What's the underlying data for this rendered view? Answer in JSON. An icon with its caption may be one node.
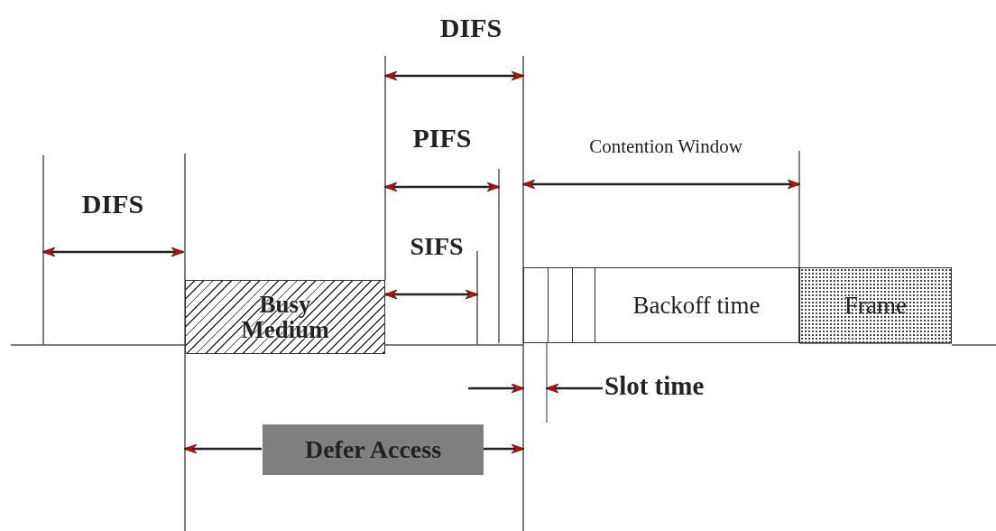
{
  "diagram": {
    "nodes": [
      {
        "text": [
          "Busy Medium"
        ]
      },
      {
        "text": [
          "Backoff time"
        ]
      },
      {
        "text": [
          "Frame"
        ]
      },
      {
        "text": [
          "Defer Access"
        ]
      }
    ],
    "labels": [
      "DIFS",
      "PIFS",
      "Contention Window",
      "DIFS",
      "SIFS",
      "Slot time"
    ]
  }
}
